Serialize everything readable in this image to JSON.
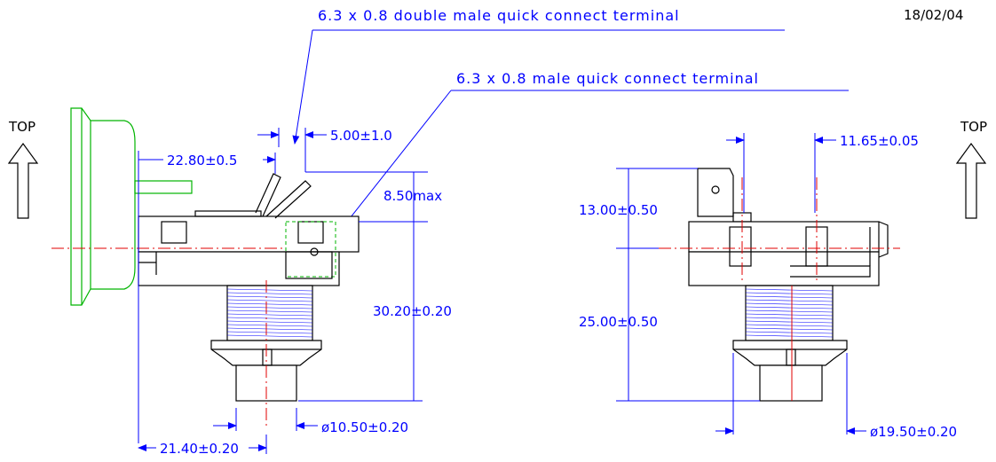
{
  "date": "18/02/04",
  "callouts": {
    "double_terminal": "6.3 x 0.8 double male quick connect terminal",
    "single_terminal": "6.3 x 0.8 male quick connect terminal"
  },
  "top_left": "TOP",
  "top_right": "TOP",
  "dims_left": {
    "offset": "22.80±0.5",
    "pitch": "5.00±1.0",
    "terminal_height": "8.50max",
    "body_height": "30.20±0.20",
    "diameter": "ø10.50±0.20",
    "base_offset": "21.40±0.20"
  },
  "dims_right": {
    "terminal_spacing": "11.65±0.05",
    "terminal_height": "13.00±0.50",
    "body_height": "25.00±0.50",
    "diameter": "ø19.50±0.20"
  }
}
